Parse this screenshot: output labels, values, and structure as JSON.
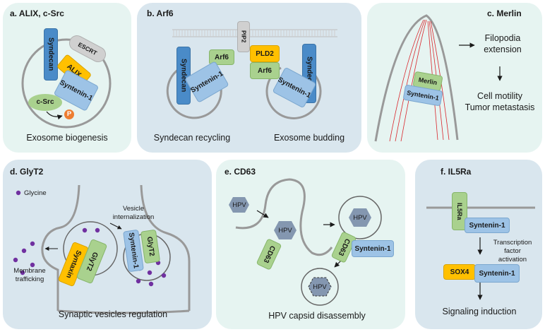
{
  "panel_a": {
    "title": "a. ALIX, c-Src",
    "caption": "Exosome biogenesis",
    "syndecan": "Syndecan",
    "escrt": "ESCRT",
    "alix": "ALIX",
    "syntenin": "Syntenin-1",
    "csrc": "c-Src",
    "p": "P"
  },
  "panel_b": {
    "title": "b. Arf6",
    "pip2": "PIP2",
    "syndecan_left": "Syndecan",
    "arf6_left": "Arf6",
    "syntenin_left": "Syntenin-1",
    "pld2": "PLD2",
    "arf6_right": "Arf6",
    "syndecan_right": "Syndecan",
    "syntenin_right": "Syntenin-1",
    "caption_left": "Syndecan recycling",
    "caption_right": "Exosome budding"
  },
  "panel_c": {
    "title": "c. Merlin",
    "merlin": "Merlin",
    "syntenin": "Syntenin-1",
    "filopodia": "Filopodia\nextension",
    "motility": "Cell motility\nTumor metastasis"
  },
  "panel_d": {
    "title": "d. GlyT2",
    "glycine": "Glycine",
    "vesicle": "Vesicle\ninternalization",
    "membrane": "Membrane\ntrafficking",
    "syntaxin": "Syntaxin",
    "glyt2_left": "GlyT2",
    "syntenin": "Syntenin-1",
    "glyt2_right": "GlyT2",
    "caption": "Synaptic vesicles regulation"
  },
  "panel_e": {
    "title": "e. CD63",
    "hpv1": "HPV",
    "hpv2": "HPV",
    "hpv3": "HPV",
    "hpv4": "HPV",
    "cd63_left": "CD63",
    "cd63_right": "CD63",
    "syntenin": "Syntenin-1",
    "caption": "HPV capsid disassembly"
  },
  "panel_f": {
    "title": "f. IL5Ra",
    "il5ra": "IL5Ra",
    "syntenin_top": "Syntenin-1",
    "tf": "Transcription factor\nactivation",
    "sox4": "SOX4",
    "syntenin_bottom": "Syntenin-1",
    "caption": "Signaling induction"
  },
  "colors": {
    "syntenin": "#9dc3e6",
    "syndecan": "#4a8bc8",
    "arf6": "#a9d18e",
    "alix": "#ffc000",
    "escrt": "#d0d0d0",
    "phospho": "#ed7d31",
    "glycine": "#7030a0",
    "hpv": "#8497b0"
  }
}
